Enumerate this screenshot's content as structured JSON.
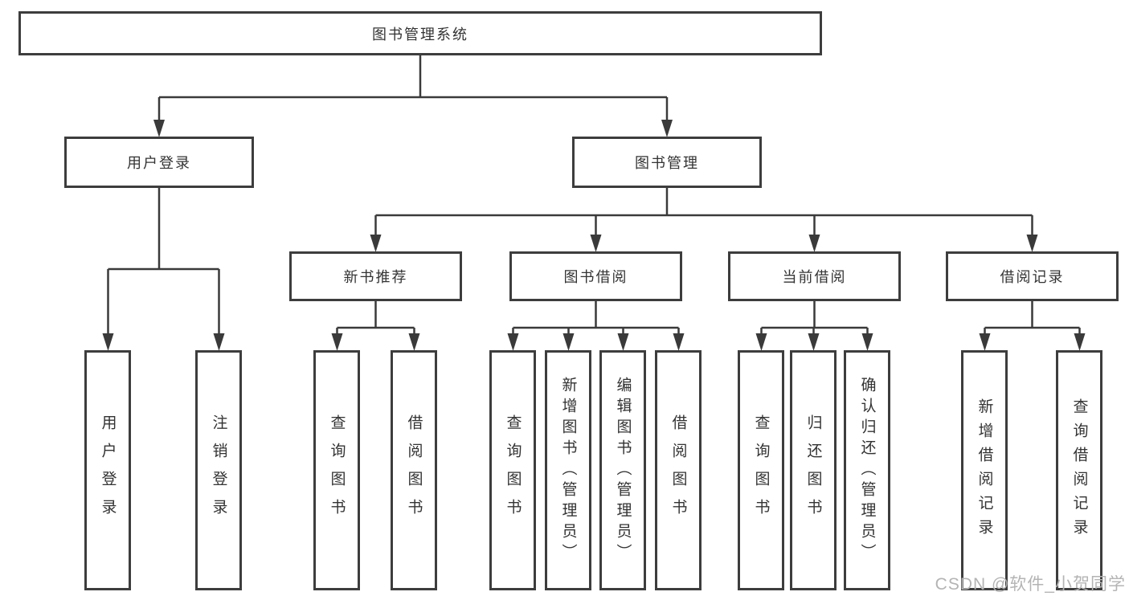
{
  "title": "图书管理系统",
  "level2": [
    {
      "label": "用户登录"
    },
    {
      "label": "图书管理"
    }
  ],
  "level3": [
    {
      "label": "新书推荐"
    },
    {
      "label": "图书借阅"
    },
    {
      "label": "当前借阅"
    },
    {
      "label": "借阅记录"
    }
  ],
  "leaves": {
    "user_login": [
      {
        "label": "用户登录"
      },
      {
        "label": "注销登录"
      }
    ],
    "new_books": [
      {
        "label": "查询图书"
      },
      {
        "label": "借阅图书"
      }
    ],
    "book_borrow": [
      {
        "label": "查询图书"
      },
      {
        "label": "新增图书（管理员）"
      },
      {
        "label": "编辑图书（管理员）"
      },
      {
        "label": "借阅图书"
      }
    ],
    "current_borrow": [
      {
        "label": "查询图书"
      },
      {
        "label": "归还图书"
      },
      {
        "label": "确认归还（管理员）"
      }
    ],
    "borrow_records": [
      {
        "label": "新增借阅记录"
      },
      {
        "label": "查询借阅记录"
      }
    ]
  },
  "watermark": "CSDN @软件_小贺同学",
  "colors": {
    "line": "#3a3a3a",
    "text": "#333333",
    "watermark": "#b4b4b4"
  }
}
